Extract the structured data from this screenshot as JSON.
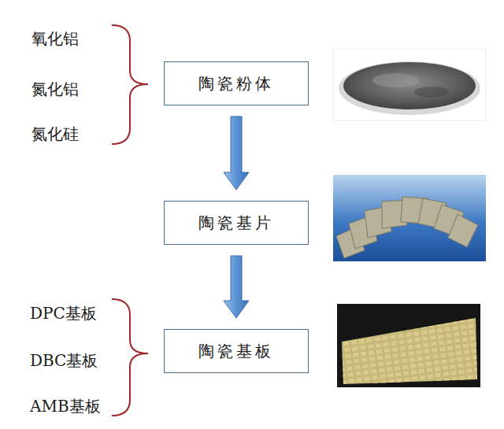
{
  "diagram": {
    "nodes": [
      {
        "text": [
          "陶瓷粉体"
        ]
      },
      {
        "text": [
          "陶瓷基片"
        ]
      },
      {
        "text": [
          "陶瓷基板"
        ]
      }
    ],
    "edges": [
      {
        "from": 0,
        "to": 1,
        "arrow": "to"
      },
      {
        "from": 1,
        "to": 2,
        "arrow": "to"
      }
    ],
    "labels": [
      "氧化铝",
      "氮化铝",
      "氮化硅",
      "DPC基板",
      "DBC基板",
      "AMB基板"
    ]
  }
}
